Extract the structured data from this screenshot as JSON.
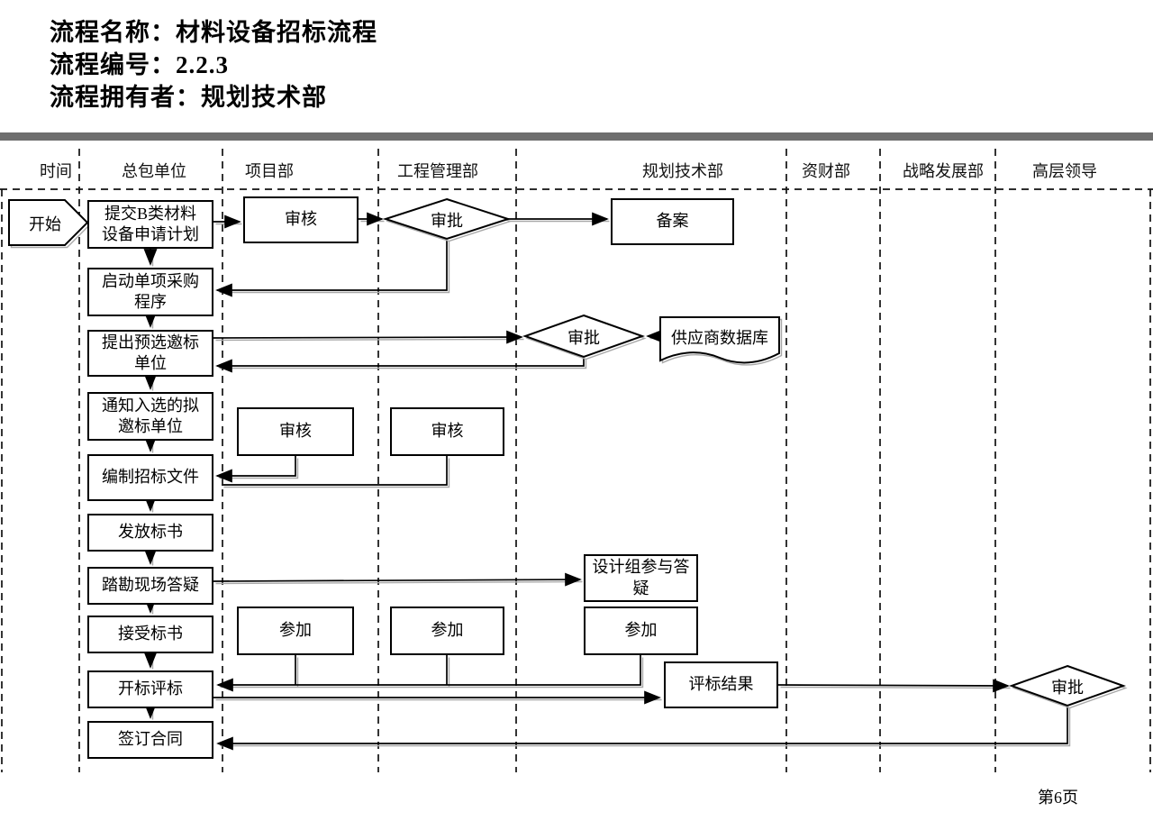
{
  "title": {
    "line1": "流程名称：材料设备招标流程",
    "line2": "流程编号：2.2.3",
    "line3": "流程拥有者：规划技术部"
  },
  "lanes": [
    {
      "label": "时间"
    },
    {
      "label": "总包单位"
    },
    {
      "label": "项目部"
    },
    {
      "label": "工程管理部"
    },
    {
      "label": "规划技术部"
    },
    {
      "label": "资财部"
    },
    {
      "label": "战略发展部"
    },
    {
      "label": "高层领导"
    }
  ],
  "nodes": {
    "start": {
      "label": "开始"
    },
    "submit_plan": {
      "label": "提交B类材料\n设备申请计划"
    },
    "review_1": {
      "label": "审核"
    },
    "approve_1": {
      "label": "审批"
    },
    "filing": {
      "label": "备案"
    },
    "start_procurement": {
      "label": "启动单项采购\n程序"
    },
    "propose_bidders": {
      "label": "提出预选邀标\n单位"
    },
    "approve_2": {
      "label": "审批"
    },
    "supplier_db": {
      "label": "供应商数据库"
    },
    "notify_bidders": {
      "label": "通知入选的拟\n邀标单位"
    },
    "review_2": {
      "label": "审核"
    },
    "review_3": {
      "label": "审核"
    },
    "prepare_docs": {
      "label": "编制招标文件"
    },
    "issue_docs": {
      "label": "发放标书"
    },
    "site_visit": {
      "label": "踏勘现场答疑"
    },
    "design_qa": {
      "label": "设计组参与答\n疑"
    },
    "accept_bids": {
      "label": "接受标书"
    },
    "attend_1": {
      "label": "参加"
    },
    "attend_2": {
      "label": "参加"
    },
    "attend_3": {
      "label": "参加"
    },
    "open_evaluate": {
      "label": "开标评标"
    },
    "eval_result": {
      "label": "评标结果"
    },
    "approve_3": {
      "label": "审批"
    },
    "sign_contract": {
      "label": "签订合同"
    }
  },
  "footer": {
    "page": "第6页"
  },
  "colors": {
    "line": "#000000",
    "shadow": "#a8a8a8",
    "separator_bar": "#6e6e6e"
  }
}
